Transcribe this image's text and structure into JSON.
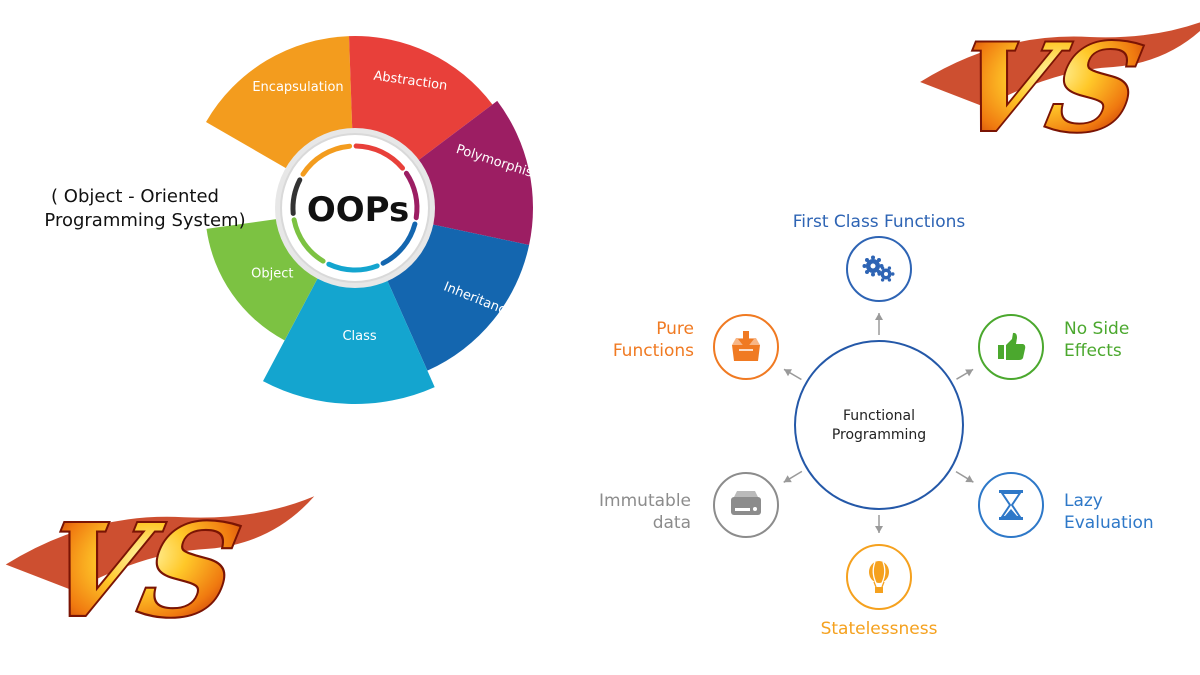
{
  "oop": {
    "center_label": "OOPs",
    "side_label_line1": "( Object - Oriented",
    "side_label_line2": "Programming System)",
    "segments": [
      {
        "label": "Encapsulation",
        "color": "#F39C1E"
      },
      {
        "label": "Abstraction",
        "color": "#E8403A"
      },
      {
        "label": "Polymorphism",
        "color": "#9C1E63"
      },
      {
        "label": "Inheritance",
        "color": "#1466AF"
      },
      {
        "label": "Class",
        "color": "#14A5CF"
      },
      {
        "label": "Object",
        "color": "#7CC242"
      }
    ]
  },
  "fp": {
    "center_line1": "Functional",
    "center_line2": "Programming",
    "center_color": "#2458A8",
    "nodes": [
      {
        "id": "first-class",
        "lines": [
          "First Class Functions"
        ],
        "color": "#2E64B4",
        "icon": "gears-icon"
      },
      {
        "id": "no-side-effects",
        "lines": [
          "No Side",
          "Effects"
        ],
        "color": "#4BA82E",
        "icon": "thumbs-up-icon"
      },
      {
        "id": "lazy-evaluation",
        "lines": [
          "Lazy",
          "Evaluation"
        ],
        "color": "#2E78C8",
        "icon": "hourglass-icon"
      },
      {
        "id": "statelessness",
        "lines": [
          "Statelessness"
        ],
        "color": "#F5A11E",
        "icon": "hot-air-balloon-icon"
      },
      {
        "id": "immutable-data",
        "lines": [
          "Immutable",
          "data"
        ],
        "color": "#8C8C8C",
        "icon": "hard-drive-icon"
      },
      {
        "id": "pure-functions",
        "lines": [
          "Pure",
          "Functions"
        ],
        "color": "#F07A22",
        "icon": "download-box-icon"
      }
    ]
  },
  "vs": {
    "text": "VS"
  }
}
